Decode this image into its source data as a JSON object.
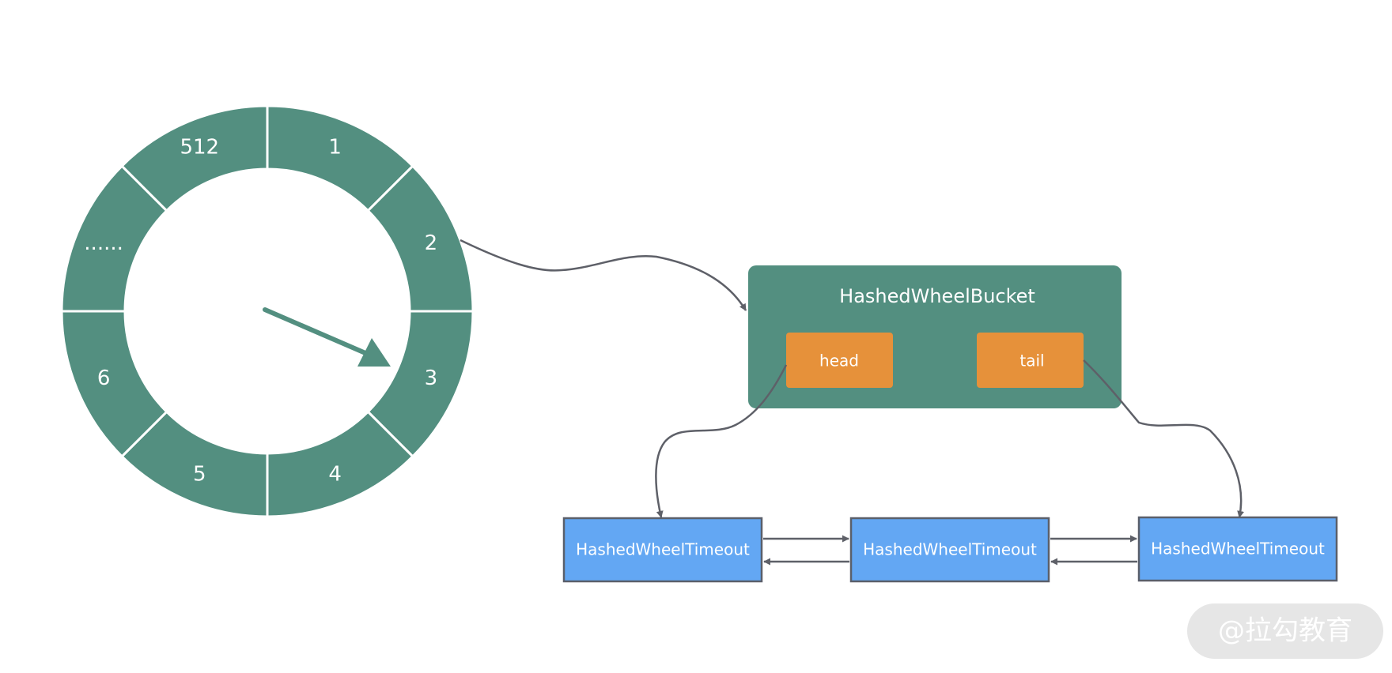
{
  "wheel": {
    "slots": [
      "1",
      "2",
      "3",
      "4",
      "5",
      "6",
      "......",
      "512"
    ]
  },
  "bucket": {
    "title": "HashedWheelBucket",
    "head": "head",
    "tail": "tail"
  },
  "timeouts": [
    "HashedWheelTimeout",
    "HashedWheelTimeout",
    "HashedWheelTimeout"
  ],
  "watermark": "@拉勾教育",
  "colors": {
    "wheel": "#538F80",
    "bucket": "#538F80",
    "field": "#E6913A",
    "timeout": "#63A7F3",
    "timeout_border": "#5A5F6A",
    "arrow": "#5E6068",
    "watermark_bg": "#E6E6E6"
  }
}
